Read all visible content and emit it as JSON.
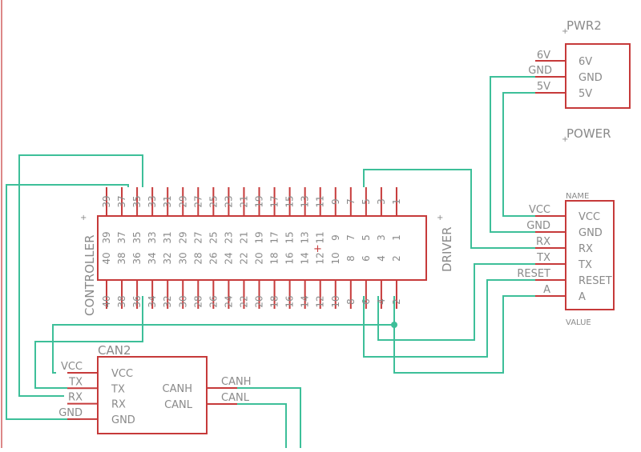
{
  "colors": {
    "component": "#c63a3a",
    "wire": "#3dbf99",
    "text": "#8a8a8a",
    "background": "#ffffff"
  },
  "controller": {
    "name": "CONTROLLER",
    "top_pins": [
      "39",
      "37",
      "35",
      "33",
      "31",
      "29",
      "27",
      "25",
      "23",
      "21",
      "19",
      "17",
      "15",
      "13",
      "11",
      "9",
      "7",
      "5",
      "3",
      "1"
    ],
    "bottom_pins": [
      "40",
      "38",
      "36",
      "34",
      "32",
      "30",
      "28",
      "26",
      "24",
      "22",
      "20",
      "18",
      "16",
      "14",
      "12",
      "10",
      "8",
      "6",
      "4",
      "2"
    ],
    "inner_odd": [
      "39",
      "37",
      "35",
      "33",
      "31",
      "29",
      "27",
      "25",
      "23",
      "21",
      "19",
      "17",
      "15",
      "13",
      "11",
      "9",
      "7",
      "5",
      "3",
      "1"
    ],
    "inner_even": [
      "40",
      "38",
      "36",
      "34",
      "32",
      "30",
      "28",
      "26",
      "24",
      "22",
      "20",
      "18",
      "16",
      "14",
      "12",
      "10",
      "8",
      "6",
      "4",
      "2"
    ]
  },
  "driver": {
    "name": "DRIVER"
  },
  "pwr2": {
    "name": "PWR2",
    "pin_labels": [
      "6V",
      "GND",
      "5V"
    ],
    "net_labels": [
      "6V",
      "GND",
      "5V"
    ],
    "title_below": "POWER"
  },
  "value_block": {
    "name_label": "NAME",
    "value_label": "VALUE",
    "pin_labels": [
      "VCC",
      "GND",
      "RX",
      "TX",
      "RESET",
      "A"
    ],
    "net_labels": [
      "VCC",
      "GND",
      "RX",
      "TX",
      "RESET",
      "A"
    ]
  },
  "can2": {
    "name": "CAN2",
    "left_pin_labels": [
      "VCC",
      "TX",
      "RX",
      "GND"
    ],
    "left_net_labels": [
      "VCC",
      "TX",
      "RX",
      "GND"
    ],
    "right_pin_labels": [
      "CANH",
      "CANL"
    ],
    "right_net_labels": [
      "CANH",
      "CANL"
    ]
  }
}
